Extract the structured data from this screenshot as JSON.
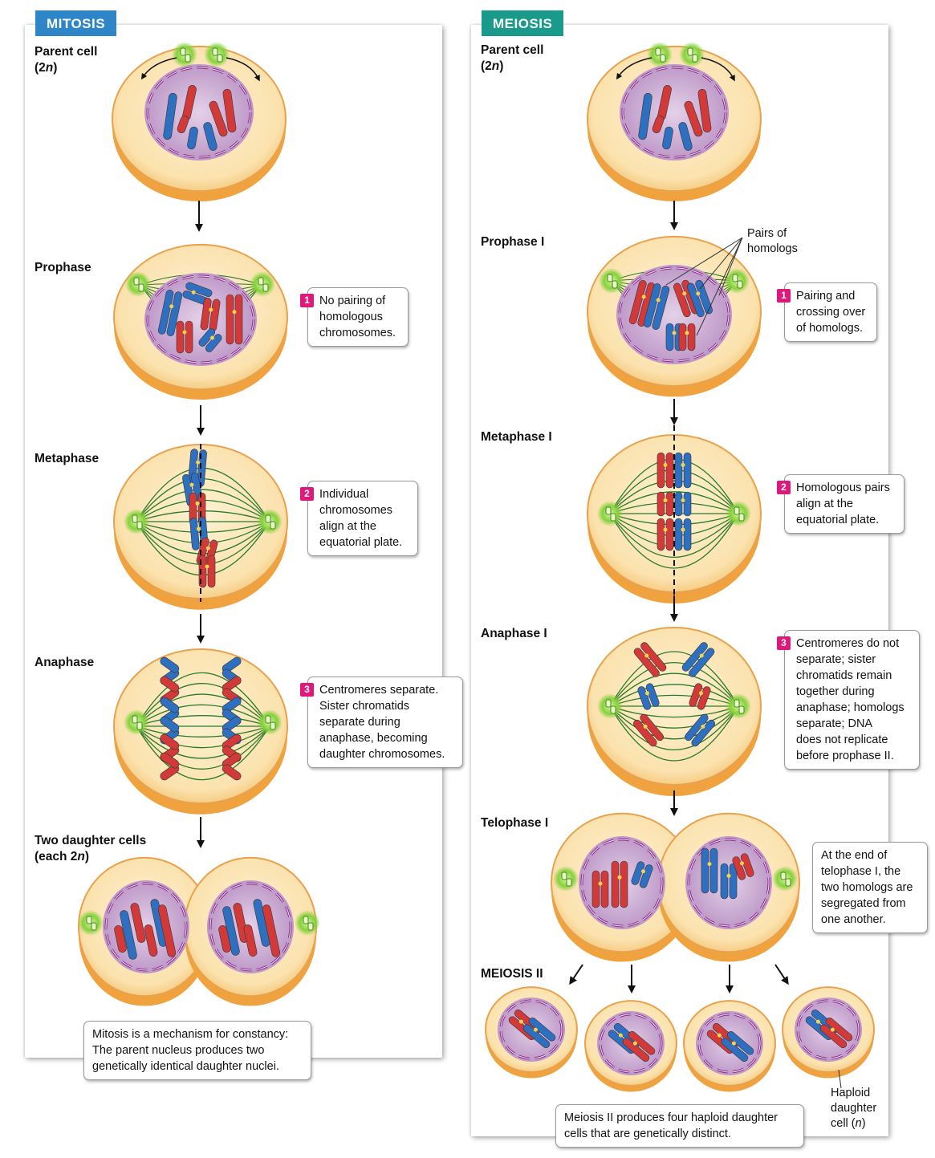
{
  "mitosis": {
    "tab": "MITOSIS",
    "parent_label": "Parent cell",
    "parent_ploidy": "(2n)",
    "stages": {
      "prophase": "Prophase",
      "metaphase": "Metaphase",
      "anaphase": "Anaphase",
      "daughters": "Two daughter cells",
      "daughters_ploidy": "(each 2n)"
    },
    "notes": [
      {
        "num": "1",
        "lines": [
          "No pairing of",
          "homologous",
          "chromosomes."
        ]
      },
      {
        "num": "2",
        "lines": [
          "Individual",
          "chromosomes",
          "align at the",
          "equatorial plate."
        ]
      },
      {
        "num": "3",
        "lines": [
          "Centromeres separate.",
          "Sister chromatids",
          "separate during",
          "anaphase, becoming",
          "daughter chromosomes."
        ]
      }
    ],
    "daughter_ploidy_label": "2n",
    "summary": [
      "Mitosis is a mechanism for constancy:",
      "The parent nucleus produces two",
      "genetically identical daughter nuclei."
    ]
  },
  "meiosis": {
    "tab": "MEIOSIS",
    "parent_label": "Parent cell",
    "parent_ploidy": "(2n)",
    "stages": {
      "prophase1": "Prophase I",
      "metaphase1": "Metaphase I",
      "anaphase1": "Anaphase I",
      "telophase1": "Telophase I",
      "meiosis2": "MEIOSIS II"
    },
    "callout": [
      "Pairs of",
      "homologs"
    ],
    "notes": [
      {
        "num": "1",
        "lines": [
          "Pairing and",
          "crossing over",
          "of homologs."
        ]
      },
      {
        "num": "2",
        "lines": [
          "Homologous pairs",
          "align at the",
          "equatorial  plate."
        ]
      },
      {
        "num": "3",
        "lines": [
          "Centromeres do not",
          "separate; sister",
          "chromatids remain",
          "together during",
          "anaphase; homologs",
          "separate; DNA",
          "does not replicate",
          "before prophase II."
        ]
      }
    ],
    "telophase_note": [
      "At the end of",
      "telophase I, the",
      "two homologs are",
      "segregated from",
      "one another."
    ],
    "haploid_label": "n",
    "haploid_caption": [
      "Haploid",
      "daughter",
      "cell (n)"
    ],
    "summary": [
      "Meiosis II produces four haploid daughter",
      "cells that are genetically distinct."
    ]
  },
  "colors": {
    "mitosis_tab": "#2e86c8",
    "meiosis_tab": "#1a9a8a",
    "number_badge": "#e0187a",
    "chromosome_blue": "#2f6fc0",
    "chromosome_red": "#d23a3a",
    "cell_fill": "#fbe3b4",
    "cell_rim": "#f2a94b",
    "nucleus": "#c9a6d0",
    "spindle": "#2a7a2a",
    "centrosome": "#7fcc3a"
  }
}
